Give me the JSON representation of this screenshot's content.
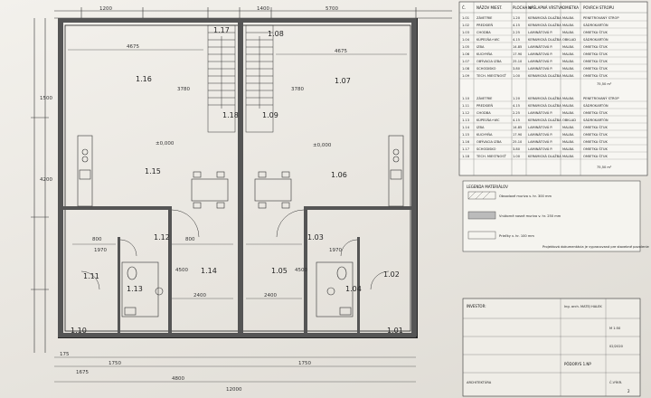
{
  "rooms": {
    "r116": "1.16",
    "r117": "1.17",
    "r108": "1.08",
    "r107": "1.07",
    "r118": "1.18",
    "r109": "1.09",
    "r115": "1.15",
    "r106": "1.06",
    "r112": "1.12",
    "r103": "1.03",
    "r111": "1.11",
    "r113": "1.13",
    "r114": "1.14",
    "r105": "1.05",
    "r104": "1.04",
    "r102": "1.02",
    "r110": "1.10",
    "r101": "1.01"
  },
  "dims": {
    "top1200": "1200",
    "top1400": "1400",
    "top5700": "5700",
    "d4675a": "4675",
    "d4675b": "4675",
    "d3780a": "3780",
    "d3780b": "3780",
    "d4200": "4200",
    "d1500": "1500",
    "d800a": "800",
    "d800b": "800",
    "d1970a": "1970",
    "d1970b": "1970",
    "d2400a": "2400",
    "d2400b": "2400",
    "d4500a": "4500",
    "d4500b": "4500",
    "d12000": "12000",
    "d4800": "4800",
    "d1750a": "1750",
    "d1750b": "1750",
    "d1675": "1675",
    "d175": "175",
    "lvl1": "±0,000",
    "lvl2": "±0,000"
  },
  "table": {
    "hdr_no": "Č.",
    "hdr_name": "NÁZOV MIEST.",
    "hdr_area": "PLOCHA m²",
    "hdr_floor": "NÁŠLAPNÁ VRSTVA",
    "hdr_wall": "OMIETKA",
    "hdr_ceil": "POVRCH STROPU",
    "rows": [
      [
        "1.01",
        "ZÁVETRIE",
        "1.20",
        "KERAMICKÁ DLAŽBA",
        "MALBA",
        "PENETROVANÝ STROP"
      ],
      [
        "1.02",
        "PREDSIEŇ",
        "4.15",
        "KERAMICKÁ DLAŽBA",
        "MALBA",
        "SÁDROKARTÓN"
      ],
      [
        "1.03",
        "CHODBA",
        "2.25",
        "LAMINÁTOVÁ P.",
        "MALBA",
        "OMIETKA ŠTUK"
      ],
      [
        "1.04",
        "KÚPEĽŇA+WC",
        "4.15",
        "KERAMICKÁ DLAŽBA",
        "OBKLAD",
        "SÁDROKARTÓN"
      ],
      [
        "1.05",
        "IZBA",
        "14.85",
        "LAMINÁTOVÁ P.",
        "MALBA",
        "OMIETKA ŠTUK"
      ],
      [
        "1.06",
        "KUCHYŇA",
        "17.90",
        "LAMINÁTOVÁ P.",
        "MALBA",
        "OMIETKA ŠTUK"
      ],
      [
        "1.07",
        "OBÝVACIA IZBA",
        "25.10",
        "LAMINÁTOVÁ P.",
        "MALBA",
        "OMIETKA ŠTUK"
      ],
      [
        "1.08",
        "SCHODISKO",
        "3.80",
        "LAMINÁTOVÁ P.",
        "MALBA",
        "OMIETKA ŠTUK"
      ],
      [
        "1.09",
        "TECH. MIESTNOSŤ",
        "1.00",
        "KERAMICKÁ DLAŽBA",
        "MALBA",
        "OMIETKA ŠTUK"
      ]
    ],
    "sum1": "75,50 m²",
    "rows2": [
      [
        "1.10",
        "ZÁVETRIE",
        "1.20",
        "KERAMICKÁ DLAŽBA",
        "MALBA",
        "PENETROVANÝ STROP"
      ],
      [
        "1.11",
        "PREDSIEŇ",
        "4.15",
        "KERAMICKÁ DLAŽBA",
        "MALBA",
        "SÁDROKARTÓN"
      ],
      [
        "1.12",
        "CHODBA",
        "2.25",
        "LAMINÁTOVÁ P.",
        "MALBA",
        "OMIETKA ŠTUK"
      ],
      [
        "1.13",
        "KÚPEĽŇA+WC",
        "4.15",
        "KERAMICKÁ DLAŽBA",
        "OBKLAD",
        "SÁDROKARTÓN"
      ],
      [
        "1.14",
        "IZBA",
        "14.85",
        "LAMINÁTOVÁ P.",
        "MALBA",
        "OMIETKA ŠTUK"
      ],
      [
        "1.15",
        "KUCHYŇA",
        "17.90",
        "LAMINÁTOVÁ P.",
        "MALBA",
        "OMIETKA ŠTUK"
      ],
      [
        "1.16",
        "OBÝVACIA IZBA",
        "25.10",
        "LAMINÁTOVÁ P.",
        "MALBA",
        "OMIETKA ŠTUK"
      ],
      [
        "1.17",
        "SCHODISKO",
        "3.80",
        "LAMINÁTOVÁ P.",
        "MALBA",
        "OMIETKA ŠTUK"
      ],
      [
        "1.18",
        "TECH. MIESTNOSŤ",
        "1.00",
        "KERAMICKÁ DLAŽBA",
        "MALBA",
        "OMIETKA ŠTUK"
      ]
    ],
    "sum2": "75,50 m²",
    "legend_title": "LEGENDA MATERIÁLOV",
    "legend1": "Obvodové murivo v. hr. 300 mm",
    "legend2": "Vnútorné nosné murivo v. hr. 250 mm",
    "legend3": "Priečky v. hr. 100 mm",
    "note": "Projektová dokumentácia je vypracovaná pre stavebné povolenie"
  },
  "titleblock": {
    "investor_lbl": "INVESTOR:",
    "author": "Ing. arch. MATEJ HALEK",
    "scale": "M 1:50",
    "date": "02/2020",
    "part": "PÔDORYS 1.NP",
    "sheet_no": "Č.VÝKR.",
    "num": "2",
    "dwg": "ARCHITEKTÚRA"
  }
}
